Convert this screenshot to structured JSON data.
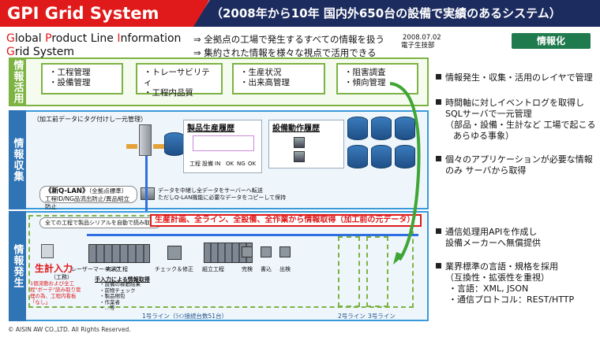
{
  "header": {
    "title": "GPI Grid System",
    "subtitle": "（2008年から10年 国内外650台の設備で実績のあるシステム）"
  },
  "intro": {
    "line1_parts": [
      "G",
      "lobal ",
      "P",
      "roduct Line ",
      "I",
      "nformation"
    ],
    "line2_parts": [
      "G",
      "rid System"
    ],
    "arrow1": "⇒ 全拠点の工場で発生するすべての情報を扱う",
    "arrow2": "⇒ 集約された情報を様々な視点で活用できる",
    "date": "2008.07.02",
    "dept": "電子生技部",
    "badge": "情報化"
  },
  "sections": {
    "katsuyo": "情報活用",
    "shushu": "情報収集",
    "hassei": "情報発生"
  },
  "apps": [
    {
      "l1": "・工程管理",
      "l2": "・設備管理"
    },
    {
      "l1": "・トレーサビリティ",
      "l2": "・工程内品質"
    },
    {
      "l1": "・生産状況",
      "l2": "・出来高管理"
    },
    {
      "l1": "・阻害調査",
      "l2": "・傾向管理"
    }
  ],
  "collect": {
    "tag_note": "（加工前データにタグ付けし一元管理）",
    "prod_history": "製品生産履歴",
    "equip_history": "設備動作履歴",
    "qlan_title": "《新Q-LAN》",
    "qlan_sub": "（全拠点標準）",
    "qlan_note": "工程ID/NG品流出防止/異品組立防止",
    "server_note1": "データを中継し全データをサーバーへ転送",
    "server_note2": "ただしQ-LAN機能に必要なデータをコピーして保持",
    "mini_labels": [
      "工程",
      "設備",
      "IN",
      "OK",
      "NG",
      "OK"
    ]
  },
  "occur": {
    "auto_read": "全ての工程で製品シリアルを自動で読み取る",
    "banner": "生産計画、全ライン、全設備、全作業から情報取得（加工前の元データ）",
    "plan_input": "生計入力",
    "plan_input_sub": "（工務）",
    "worker_note": "1個流動および全工程\"ボーテ\"読み取り管理の為、工程内看板「なし」",
    "process_steps": [
      "レーザーマーキング",
      "実装工程",
      "チェック＆修正",
      "組立工程",
      "完検",
      "書込",
      "出検"
    ],
    "manual_title": "手入力による情報取得",
    "manual_items": [
      "・設備の稼動結果",
      "・前物チェック",
      "・製品梱包",
      "・作業者",
      "・…等"
    ],
    "line1": "1号ライン（ﾗｲﾝ接続台数51台）",
    "line2": "2号ライン",
    "line3": "3号ライン"
  },
  "bullets": [
    {
      "t": "情報発生・収集・活用のレイヤで管理"
    },
    {
      "t": "時間軸に対しイベントログを取得し",
      "t2": "SQLサーバで一元管理",
      "t3": "（部品・設備・生計など 工場で起こる",
      "t4": "あらゆる事象）"
    },
    {
      "t": "個々のアプリケーションが必要な情報",
      "t2": "のみ サーバから取得"
    },
    {
      "t": "通信処理用APIを作成し",
      "t2": "設備メーカーへ無償提供"
    },
    {
      "t": "業界標準の言語・規格を採用",
      "t2": "（互換性・拡張性を重視）",
      "t3": "・言語：XML, JSON",
      "t4": "・通信プロトコル：REST/HTTP"
    }
  ],
  "footer": "© AISIN AW CO.,LTD. All Rights Reserved.",
  "colors": {
    "red": "#e01a1a",
    "navy": "#1c2c5e",
    "green": "#7cb342",
    "blue": "#2f74b5"
  }
}
